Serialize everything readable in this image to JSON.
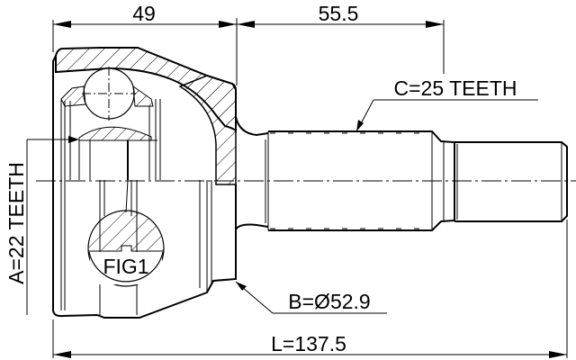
{
  "drawing": {
    "subject": "CV joint outer (drive shaft end)",
    "dimensions": {
      "top_left": "49",
      "top_right": "55.5",
      "overall_length": "L=137.5",
      "outer_diameter": "B=Ø52.9"
    },
    "callouts": {
      "inner_spline": "A=22 TEETH",
      "outer_spline": "C=25 TEETH",
      "detail": "FIG1"
    },
    "colors": {
      "line": "#000000",
      "background": "#ffffff"
    }
  }
}
